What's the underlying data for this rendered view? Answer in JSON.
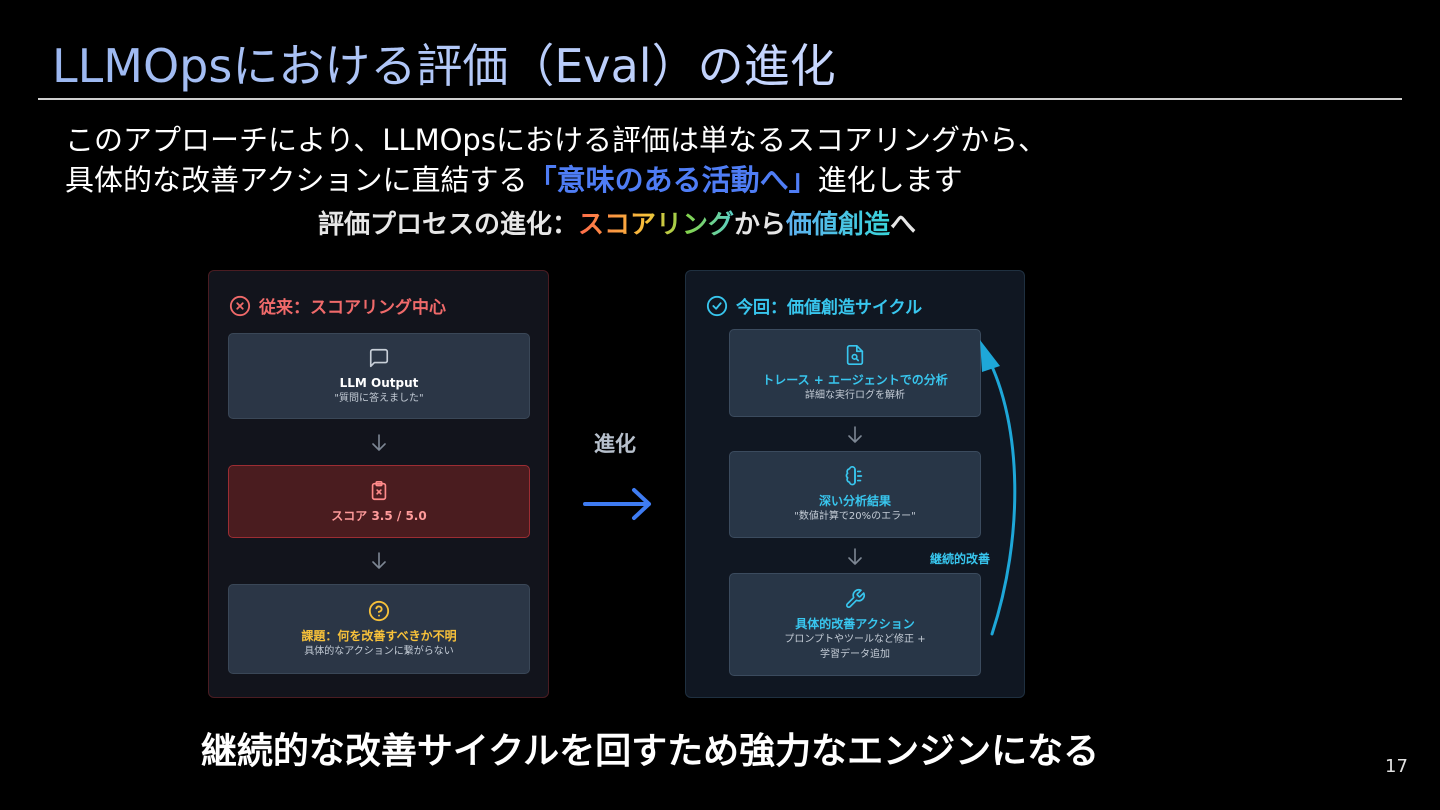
{
  "slide": {
    "title": "LLMOpsにおける評価（Eval）の進化",
    "intro_line1": "このアプローチにより、LLMOpsにおける評価は単なるスコアリングから、",
    "intro_line2_pre": "具体的な改善アクションに直結する",
    "intro_line2_highlight": "「意味のある活動へ」",
    "intro_line2_post": "進化します",
    "subheading_pre": "評価プロセスの進化：",
    "subheading_grad1": "スコアリング",
    "subheading_mid": "から",
    "subheading_grad2": "価値創造",
    "subheading_post": "へ",
    "conclusion": "継続的な改善サイクルを回すため強力なエンジンになる",
    "page_number": "17"
  },
  "left_panel": {
    "header": "従来：スコアリング中心",
    "header_icon": "x-circle-icon",
    "cards": [
      {
        "icon": "message-square-icon",
        "title": "LLM Output",
        "sub": "\"質問に答えました\""
      },
      {
        "icon": "clipboard-x-icon",
        "title": "スコア 3.5 / 5.0",
        "sub": ""
      },
      {
        "icon": "help-circle-icon",
        "title": "課題：何を改善すべきか不明",
        "sub": "具体的なアクションに繋がらない"
      }
    ]
  },
  "middle": {
    "label": "進化",
    "arrow_icon": "arrow-right-icon"
  },
  "right_panel": {
    "header": "今回：価値創造サイクル",
    "header_icon": "check-circle-icon",
    "cards": [
      {
        "icon": "file-search-icon",
        "title": "トレース + エージェントでの分析",
        "sub": "詳細な実行ログを解析"
      },
      {
        "icon": "brain-icon",
        "title": "深い分析結果",
        "sub": "\"数値計算で20%のエラー\""
      },
      {
        "icon": "wrench-icon",
        "title": "具体的改善アクション",
        "sub1": "プロンプトやツールなど修正 +",
        "sub2": "学習データ追加"
      }
    ],
    "cycle_label": "継続的改善"
  },
  "colors": {
    "left_accent": "#f06a6a",
    "right_accent": "#38c6ee",
    "highlight_blue": "#4f7df5",
    "warning_yellow": "#f7c13a"
  }
}
